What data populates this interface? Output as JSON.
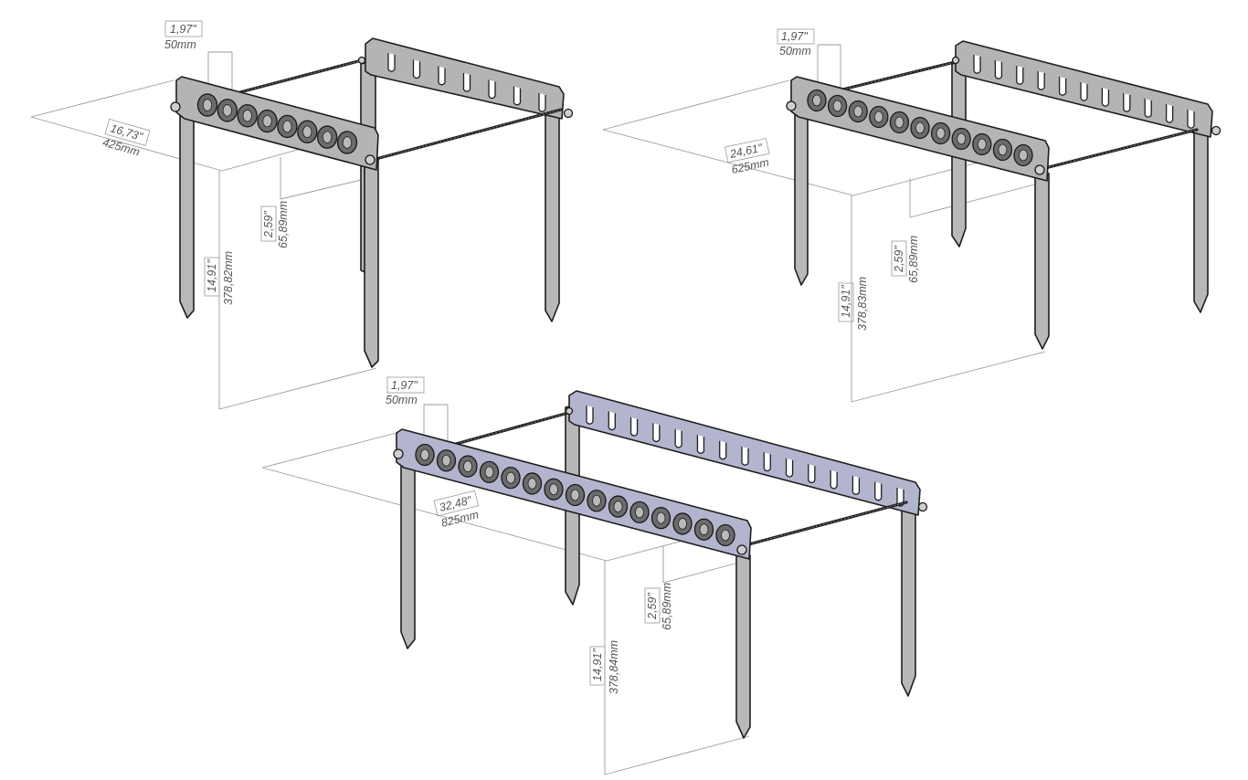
{
  "drawings": [
    {
      "id": "small",
      "colors": {
        "fill": "#b4b4b4",
        "legFill": "#b8b8b8"
      },
      "bar_length": {
        "inch": "16,73\"",
        "mm": "425mm"
      },
      "top_offset": {
        "inch": "1,97\"",
        "mm": "50mm"
      },
      "bar_height": {
        "inch": "2,59\"",
        "mm": "65,89mm"
      },
      "total_height": {
        "inch": "14,91\"",
        "mm": "378,82mm"
      },
      "holes": 8,
      "slots": 7
    },
    {
      "id": "medium",
      "colors": {
        "fill": "#b4b4b4",
        "legFill": "#b8b8b8"
      },
      "bar_length": {
        "inch": "24,61\"",
        "mm": "625mm"
      },
      "top_offset": {
        "inch": "1,97\"",
        "mm": "50mm"
      },
      "bar_height": {
        "inch": "2,59\"",
        "mm": "65,89mm"
      },
      "total_height": {
        "inch": "14,91\"",
        "mm": "378,83mm"
      },
      "holes": 11,
      "slots": 11
    },
    {
      "id": "large",
      "colors": {
        "fill": "#b3b5ce",
        "legFill": "#b8b8b8"
      },
      "bar_length": {
        "inch": "32,48\"",
        "mm": "825mm"
      },
      "top_offset": {
        "inch": "1,97\"",
        "mm": "50mm"
      },
      "bar_height": {
        "inch": "2,59\"",
        "mm": "65,89mm"
      },
      "total_height": {
        "inch": "14,91\"",
        "mm": "378,84mm"
      },
      "holes": 15,
      "slots": 15
    }
  ]
}
